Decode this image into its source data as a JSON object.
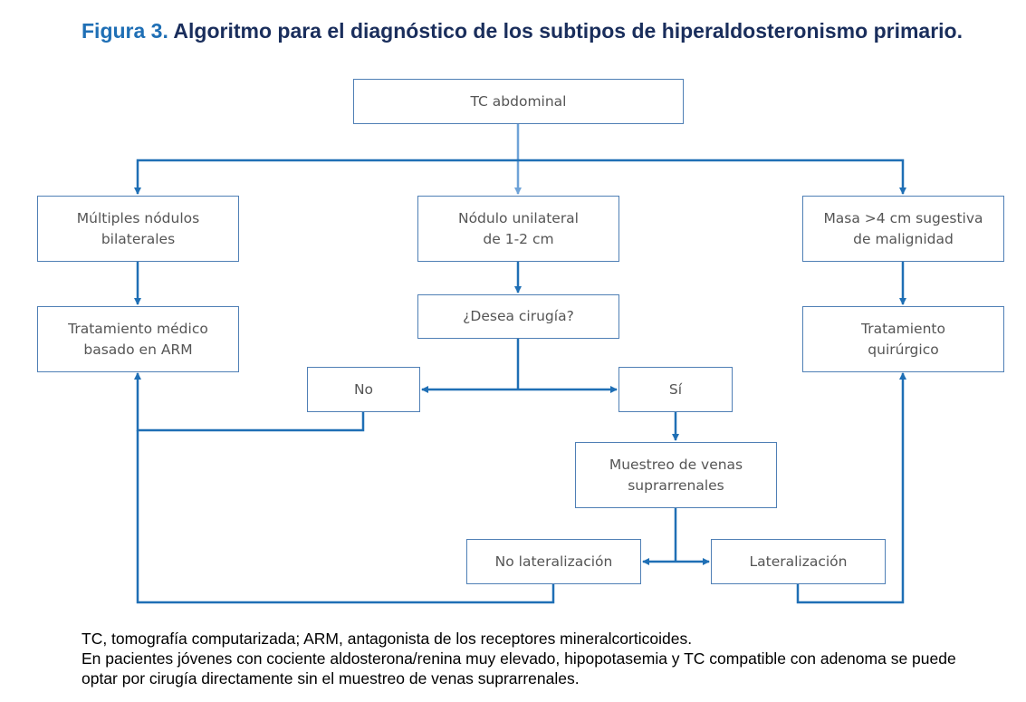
{
  "header": {
    "figure_label": "Figura 3.",
    "title": "Algoritmo para el diagnóstico de los subtipos de hiperaldosteronismo primario."
  },
  "colors": {
    "figure_label": "#1f6fb5",
    "title": "#1a2e5c",
    "box_border": "#4f7fb5",
    "connector": "#1f6fb5",
    "connector_light": "#6fa3d8",
    "box_text": "#555555"
  },
  "nodes": {
    "tc_abdominal": "TC abdominal",
    "multiples_nodulos": "Múltiples nódulos\nbilaterales",
    "nodulo_unilateral": "Nódulo unilateral\nde 1-2 cm",
    "masa_maligna": "Masa >4 cm sugestiva\nde malignidad",
    "tratamiento_medico": "Tratamiento médico\nbasado en ARM",
    "desea_cirugia": "¿Desea cirugía?",
    "tratamiento_quirurgico": "Tratamiento\nquirúrgico",
    "no": "No",
    "si": "Sí",
    "muestreo_venas": "Muestreo de venas\nsuprarrenales",
    "no_lateralizacion": "No lateralización",
    "lateralizacion": "Lateralización"
  },
  "footer": {
    "abbreviations": "TC, tomografía computarizada; ARM, antagonista de los receptores mineralcorticoides.",
    "note": "En pacientes jóvenes con cociente aldosterona/renina muy elevado, hipopotasemia y TC compatible con adenoma se puede optar por cirugía directamente sin el muestreo de venas suprarrenales."
  }
}
